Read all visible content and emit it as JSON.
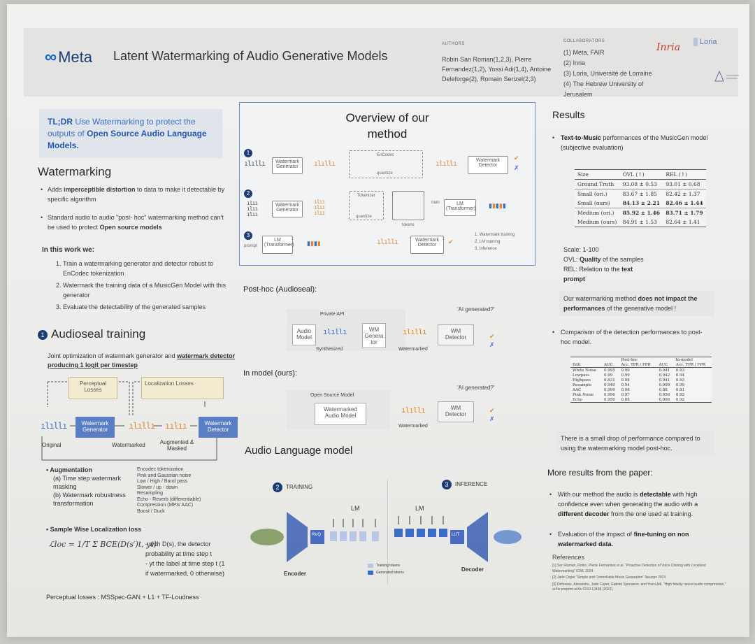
{
  "header": {
    "logo": "Meta",
    "title": "Latent Watermarking of Audio Generative Models",
    "authors_label": "AUTHORS",
    "authors": "Robin San Roman(1,2,3), Pierre Fernandez(1,2), Yossi Adi(1,4), Antoine Deleforge(2), Romain Serizel(2,3)",
    "collaborators_label": "COLLABORATORS",
    "collaborators": [
      "(1) Meta, FAIR",
      "(2) Inria",
      "(3) Loria, Université de Lorraine",
      "(4) The Hebrew University of Jerusalem"
    ],
    "logo_inria": "Inria",
    "logo_loria": "Loria"
  },
  "tldr": {
    "prefix": "TL;DR",
    "text1": "Use Watermarking to protect the outputs of",
    "bold": "Open Source Audio Language Models."
  },
  "watermarking": {
    "title": "Watermarking",
    "bullet1_pre": "Adds ",
    "bullet1_bold": "imperceptible distortion",
    "bullet1_post": " to data to make it detectable by specific algorithm",
    "bullet2_pre": "Standard audio to audio \"post- hoc\" watermarking method can't be used to protect ",
    "bullet2_bold": "Open source models",
    "in_this_work": "In this work we:",
    "steps": [
      "Train a watermarking generator and detector robust to EnCodec tokenization",
      "Watermark the training data of a MusicGen Model with this generator",
      "Evaluate the detectability of the generated samples"
    ]
  },
  "audioseal": {
    "num": "1",
    "title": "Audioseal training",
    "joint_pre": "Joint optimization of watermark generator and ",
    "joint_u": "watermark detector producing 1 logit per timestep",
    "perceptual": "Perceptual Losses",
    "localization": "Localization Losses",
    "generator": "Watermark Generator",
    "detector": "Watermark Detector",
    "original": "Original",
    "watermarked": "Watermarked",
    "augmented": "Augmented & Masked",
    "aug_title": "Augmentation",
    "aug_a": "(a)  Time step watermark masking",
    "aug_b": "(b)  Watermark robustness transformation",
    "aug_list": [
      "Encodec tokenization",
      "Pink and Gaussian noise",
      "Low / High / Band pass",
      "Slower / up - down",
      "Resampling",
      "Echo - Reverb (differentiable)",
      "Compression (MP3/ AAC)",
      "Boost / Duck"
    ],
    "loc_loss_title": "Sample Wise Localization loss",
    "formula": "ℒloc = 1/T Σ BCE(D(s′)t, yt)",
    "formula_desc1": "- with D(s), the detector probability at time step t",
    "formula_desc2": "- yt the label at time step t (1 if watermarked, 0 otherwise)",
    "perc_losses": "Perceptual losses : MSSpec-GAN + L1 + TF-Loudness"
  },
  "overview": {
    "title": "Overview of our method",
    "wm_generator": "Watermark Generator",
    "encodec": "EnCodec",
    "quantize": "quantize",
    "wm_detector": "Watermark Detector",
    "tokenizer": "Tokenizer",
    "train": "train",
    "lm_transformer": "LM (Transformer)",
    "tokens": "tokens",
    "prompt": "prompt",
    "steps": [
      "1. Watermark training",
      "2. LM training",
      "3. Inference"
    ]
  },
  "posthoc": {
    "title": "Post-hoc (Audioseal):",
    "private_api": "Private API",
    "ai_generated": "'AI generated?'",
    "audio_model": "Audio Model",
    "synthesized": "Synthesized",
    "wm_generator": "WM Genera tor",
    "watermarked": "Watermarked",
    "wm_detector": "WM Detector"
  },
  "inmodel": {
    "title": "In model (ours):",
    "open_source": "Open Source Model",
    "ai_generated": "'AI generated?'",
    "wm_audio_model": "Watermarked Audio Model",
    "watermarked": "Watermarked",
    "wm_detector": "WM Detector"
  },
  "alm": {
    "title": "Audio Language model",
    "training_num": "2",
    "training": "TRAINING",
    "inference_num": "3",
    "inference": "INFERENCE",
    "lm": "LM",
    "encoder": "Encoder",
    "decoder": "Decoder",
    "legend1": "Training tokens",
    "legend2": "Generated tokens",
    "rvq": "RVQ",
    "lut": "LUT"
  },
  "results": {
    "title": "Results",
    "ttm_bold": "Text-to-Music",
    "ttm_rest": " performances of the MusicGen model (subjective evaluation)",
    "table1": {
      "headers": [
        "Size",
        "OVL (↑)",
        "REL (↑)"
      ],
      "rows": [
        [
          "Ground Truth",
          "93.08 ± 0.53",
          "93.01 ± 0.68"
        ],
        [
          "Small (ori.)",
          "83.67 ± 1.85",
          "82.42 ± 1.37"
        ],
        [
          "Small (ours)",
          "84.13 ± 2.21",
          "82.46 ± 1.44"
        ],
        [
          "Medium (ori.)",
          "85.92 ± 1.46",
          "83.71 ± 1.79"
        ],
        [
          "Medium (ours)",
          "84.91 ± 1.53",
          "82.64 ± 1.41"
        ]
      ]
    },
    "scale": "Scale: 1-100",
    "ovl_pre": "OVL: ",
    "ovl_bold": "Quality",
    "ovl_post": " of the samples",
    "rel_pre": "REL:  Relation to the ",
    "rel_bold": "text prompt",
    "callout1_pre": "Our watermarking method ",
    "callout1_bold": "does not impact the performances",
    "callout1_post": " of the generative model !",
    "comparison": "Comparison of the detection performances to post-hoc model.",
    "table2": {
      "group_headers": [
        "",
        "Post-hoc",
        "In-model"
      ],
      "headers": [
        "Edit",
        "AUC",
        "Acc. TPR / FPR",
        "AUC",
        "Acc. TPR / FPR"
      ],
      "rows": [
        [
          "White Noise",
          "0.995",
          "0.99",
          "0.941",
          "0.93"
        ],
        [
          "Lowpass",
          "0.99",
          "0.99",
          "0.942",
          "0.94"
        ],
        [
          "Highpass",
          "0.931",
          "0.98",
          "0.941",
          "0.93"
        ],
        [
          "Resample",
          "0.940",
          "0.94",
          "0.999",
          "0.99"
        ],
        [
          "AAC",
          "0.999",
          "0.98",
          "0.88",
          "0.81"
        ],
        [
          "Pink Noise",
          "0.996",
          "0.97",
          "0.956",
          "0.92"
        ],
        [
          "Echo",
          "0.950",
          "0.88",
          "0.906",
          "0.92"
        ]
      ]
    },
    "callout2": "There is a small drop of performance compared to using the watermarking model post-hoc.",
    "more_title": "More results from the paper:",
    "more1_pre": "With our method the audio is ",
    "more1_bold": "detectable",
    "more1_mid": " with high confidence even when generating the audio with a ",
    "more1_bold2": "different decoder",
    "more1_post": " from the one used at training.",
    "more2_pre": "Evaluation of the impact of ",
    "more2_bold": "fine-tuning on non watermarked data.",
    "refs_title": "References",
    "refs": [
      "[1] San Roman, Robin, Pierre Fernandez et al. \"Proactive Detection of Voice Cloning with Localized Watermarking\" ICML 2024",
      "[2] Jade Copet \"Simple and Controllable Music Generation\" Neurips 2023",
      "[3] Défossez, Alexandre, Jade Copet, Gabriel Synnaeve, and Yossi Adi. \"High fidelity neural audio compression.\" arXiv preprint arXiv:2210.13438 (2022)."
    ]
  }
}
